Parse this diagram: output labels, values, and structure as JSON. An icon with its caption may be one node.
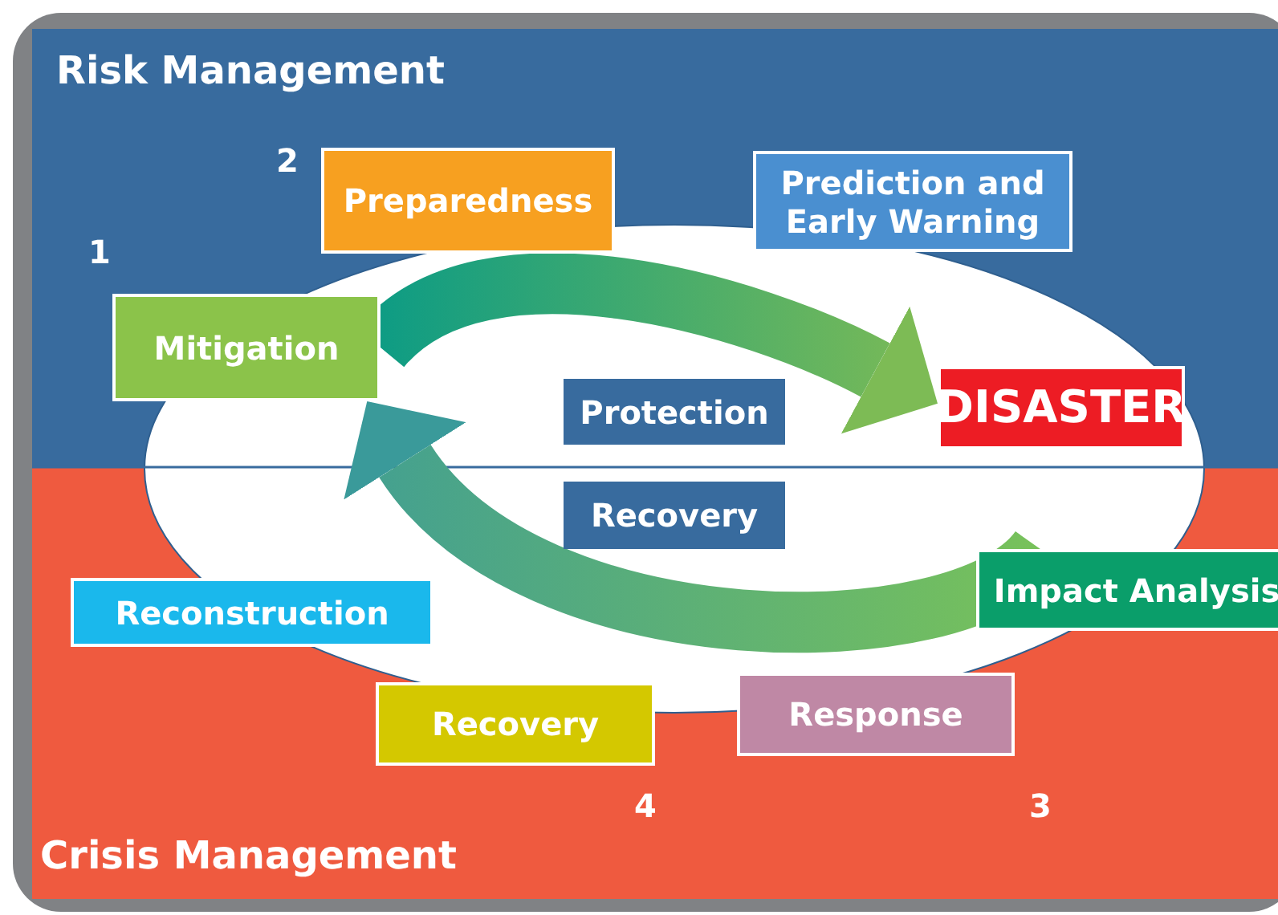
{
  "diagram": {
    "nodes": [
      {
        "text": [
          "Risk Management"
        ]
      },
      {
        "text": [
          "Preparedness"
        ],
        "in": 0
      },
      {
        "text": [
          "Prediction and Early Warning"
        ],
        "in": 0
      },
      {
        "text": [
          "Mitigation"
        ],
        "in": 0
      },
      {
        "text": [
          "Protection"
        ],
        "in": 0
      },
      {
        "text": [
          "DISASTER"
        ],
        "in": 0
      },
      {
        "text": [
          "Crisis Management"
        ]
      },
      {
        "text": [
          "Recovery"
        ],
        "in": 6
      },
      {
        "text": [
          "Impact Analysis"
        ],
        "in": 6
      },
      {
        "text": [
          "Reconstruction"
        ],
        "in": 6
      },
      {
        "text": [
          "Response"
        ],
        "in": 6
      },
      {
        "text": [
          "Recovery"
        ],
        "in": 6
      }
    ],
    "edges": [
      {
        "from": 3,
        "to": 5,
        "arrow": "to"
      },
      {
        "from": 8,
        "to": 3,
        "arrow": "to"
      }
    ],
    "labels": [
      "2",
      "1",
      "4",
      "3"
    ]
  }
}
